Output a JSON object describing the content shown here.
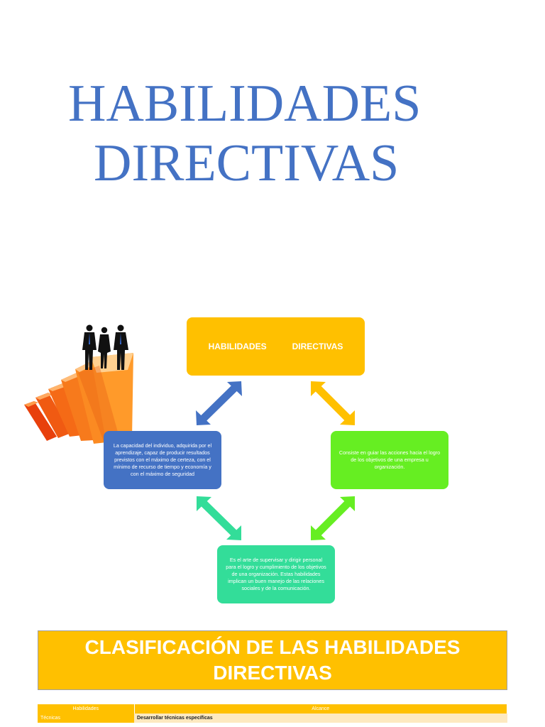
{
  "title": {
    "line1": "HABILIDADES",
    "line2": "DIRECTIVAS"
  },
  "diagram": {
    "top_box": {
      "word1": "HABILIDADES",
      "word2": "DIRECTIVAS"
    },
    "left_box": "La capacidad del individuo, adquirida por el aprendizaje, capaz de producir resultados previstos con el máximo de certeza, con el mínimo de recurso de tiempo y economía y con el máximo de seguridad",
    "right_box": "Consiste en guiar las acciones hacia el logro de los objetivos de una empresa u organización.",
    "bottom_box": "Es el arte de supervisar y dirigir personal para el logro y cumplimiento de los objetivos de una organización. Estas habilidades implican un buen manejo de las relaciones sociales y de la comunicación.",
    "colors": {
      "top": "#ffc000",
      "left": "#4472c4",
      "right": "#66ee22",
      "bottom": "#33dd99"
    }
  },
  "illustration": {
    "icon": "business-people-on-stairs-icon"
  },
  "classification": {
    "line1": "CLASIFICACIÓN DE LAS HABILIDADES",
    "line2": "DIRECTIVAS"
  },
  "table": {
    "headers": [
      "Habilidades",
      "Alcance"
    ],
    "rows": [
      {
        "habilidad": "Técnicas",
        "alcance": "Desarrollar técnicas específicas"
      }
    ]
  },
  "colors": {
    "accent": "#ffc000",
    "title": "#4472c4"
  }
}
